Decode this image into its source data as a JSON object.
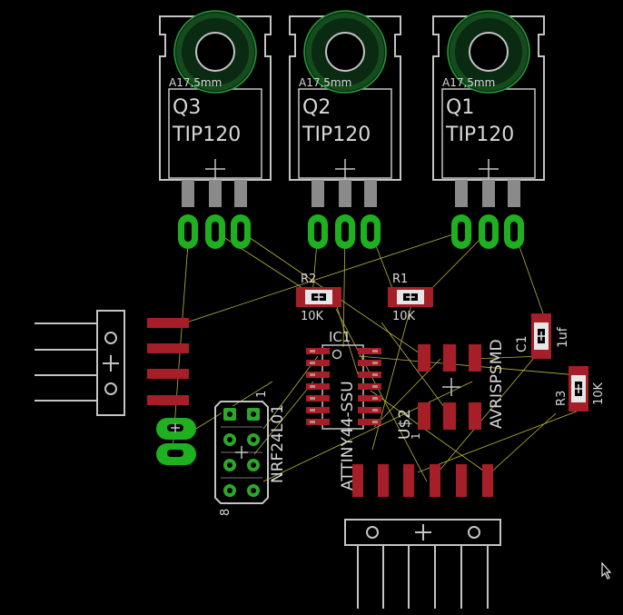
{
  "colors": {
    "background": "#000000",
    "outline": "#c4c4c4",
    "pad_red": "#a51e28",
    "pad_green": "#1fb01f",
    "ratsnest": "#b9b43a",
    "heatsink_ring": "#2a9a3a",
    "resistor_body": "#e0e0e0",
    "text": "#d8d8d8"
  },
  "transistors": [
    {
      "name": "Q3",
      "value": "TIP120",
      "hole_label": "A17,5mm"
    },
    {
      "name": "Q2",
      "value": "TIP120",
      "hole_label": "A17,5mm"
    },
    {
      "name": "Q1",
      "value": "TIP120",
      "hole_label": "A17,5mm"
    }
  ],
  "resistors": [
    {
      "name": "R2",
      "value": "10K"
    },
    {
      "name": "R1",
      "value": "10K"
    },
    {
      "name": "R3",
      "value": "10K"
    }
  ],
  "capacitor": {
    "name": "C1",
    "value": "1uf"
  },
  "ic": {
    "name": "IC1",
    "value": "ATTINY44-SSU"
  },
  "isp": {
    "name": "U$2",
    "value": "AVRISPSMD",
    "pin1": "1"
  },
  "nrf": {
    "name": "NRF24L01",
    "pin1": "1",
    "pin8": "8"
  },
  "plus_marks": "+",
  "cursor": "mouse-pointer-icon"
}
